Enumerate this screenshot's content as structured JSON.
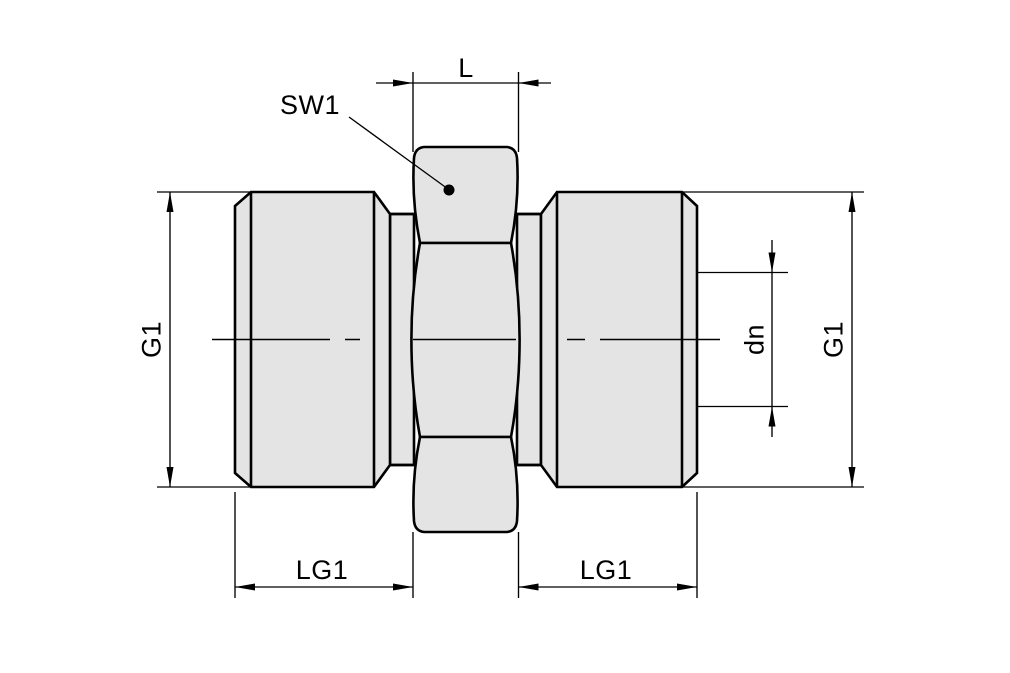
{
  "drawing_labels": {
    "top_length": "L",
    "wrench_size": "SW1",
    "thread_size_left": "G1",
    "thread_size_right": "G1",
    "bore_diameter": "dn",
    "thread_length_left": "LG1",
    "thread_length_right": "LG1"
  },
  "colors": {
    "line": "#000000",
    "part_fill": "#e4e4e4",
    "background": "#ffffff"
  }
}
